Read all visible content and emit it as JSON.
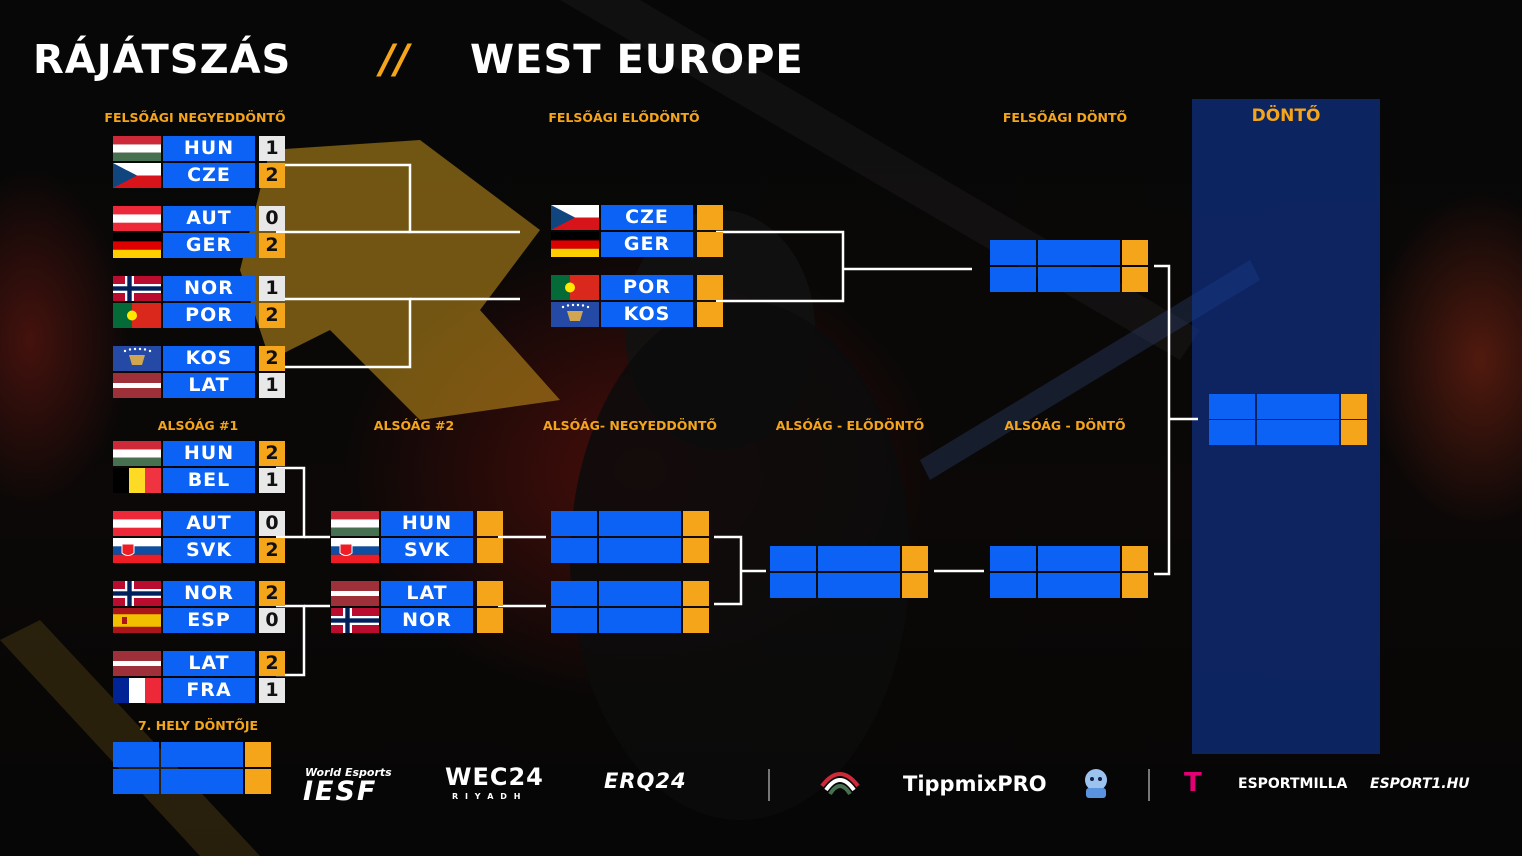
{
  "header": {
    "title_left": "RÁJÁTSZÁS",
    "separator": "//",
    "title_right": "WEST EUROPE"
  },
  "labels": {
    "upper_qf": "FELSŐÁGI NEGYEDDÖNTŐ",
    "upper_sf": "FELSŐÁGI ELŐDÖNTŐ",
    "upper_final": "FELSŐÁGI DÖNTŐ",
    "grand_final": "DÖNTŐ",
    "lower_r1": "ALSÓÁG #1",
    "lower_r2": "ALSÓÁG #2",
    "lower_qf": "ALSÓÁG- NEGYEDDÖNTŐ",
    "lower_sf": "ALSÓÁG - ELŐDÖNTŐ",
    "lower_final": "ALSÓÁG - DÖNTŐ",
    "seventh_place": "7. HELY DÖNTŐJE"
  },
  "upper_qf": [
    {
      "team": "HUN",
      "score": "1"
    },
    {
      "team": "CZE",
      "score": "2"
    },
    {
      "team": "AUT",
      "score": "0"
    },
    {
      "team": "GER",
      "score": "2"
    },
    {
      "team": "NOR",
      "score": "1"
    },
    {
      "team": "POR",
      "score": "2"
    },
    {
      "team": "KOS",
      "score": "2"
    },
    {
      "team": "LAT",
      "score": "1"
    }
  ],
  "upper_sf": [
    {
      "team": "CZE",
      "score": ""
    },
    {
      "team": "GER",
      "score": ""
    },
    {
      "team": "POR",
      "score": ""
    },
    {
      "team": "KOS",
      "score": ""
    }
  ],
  "lower_r1": [
    {
      "team": "HUN",
      "score": "2"
    },
    {
      "team": "BEL",
      "score": "1"
    },
    {
      "team": "AUT",
      "score": "0"
    },
    {
      "team": "SVK",
      "score": "2"
    },
    {
      "team": "NOR",
      "score": "2"
    },
    {
      "team": "ESP",
      "score": "0"
    },
    {
      "team": "LAT",
      "score": "2"
    },
    {
      "team": "FRA",
      "score": "1"
    }
  ],
  "lower_r2": [
    {
      "team": "HUN",
      "score": ""
    },
    {
      "team": "SVK",
      "score": ""
    },
    {
      "team": "LAT",
      "score": ""
    },
    {
      "team": "NOR",
      "score": ""
    }
  ],
  "sponsors": {
    "iesf_top": "World Esports",
    "iesf": "IESF",
    "wec": "WEC24",
    "wec_sub": "R I Y A D H",
    "erq": "ERQ24",
    "tippmix": "TippmixPRO",
    "telekom": "T",
    "esportmilla": "ESPORTMILLA",
    "esport1": "ESPORT1.HU"
  },
  "colors": {
    "accent": "#f5a51a",
    "slot_blue": "#0b62f4",
    "score_grey": "#e8e8e8",
    "final_column": "#103caa"
  }
}
